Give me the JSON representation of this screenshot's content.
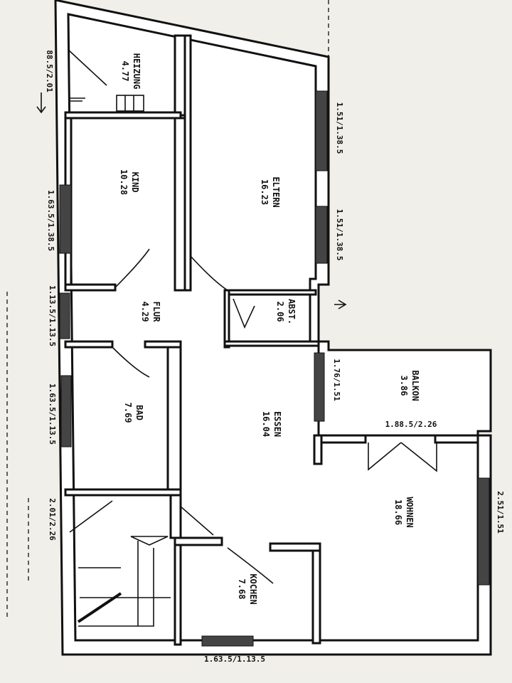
{
  "rooms": {
    "heizung": {
      "name": "HEIZUNG",
      "area": "4.77"
    },
    "kind": {
      "name": "KIND",
      "area": "10.28"
    },
    "eltern": {
      "name": "ELTERN",
      "area": "16.23"
    },
    "flur": {
      "name": "FLUR",
      "area": "4.29"
    },
    "abst": {
      "name": "ABST.",
      "area": "2.06"
    },
    "bad": {
      "name": "BAD",
      "area": "7.69"
    },
    "essen": {
      "name": "ESSEN",
      "area": "16.04"
    },
    "balkon": {
      "name": "BALKON",
      "area": "3.86"
    },
    "wohnen": {
      "name": "WOHNEN",
      "area": "18.66"
    },
    "kochen": {
      "name": "KOCHEN",
      "area": "7.68"
    }
  },
  "dimensions": {
    "left_heizung": "88.5/2.01",
    "left_kind": "1.63.5/1.38.5",
    "left_flur": "1.13.5/1.13.5",
    "left_bad": "1.63.5/1.13.5",
    "left_stair": "2.01/2.26",
    "right_eltern_top": "1.51/1.38.5",
    "right_eltern_bottom": "1.51/1.38.5",
    "right_essen": "1.76/1.51",
    "balkon_door": "1.88.5/2.26",
    "right_wohnen": "2.51/1.51",
    "bottom_kochen": "1.63.5/1.13.5"
  },
  "colors": {
    "paper": "#f1efe9",
    "wall": "#111111"
  }
}
